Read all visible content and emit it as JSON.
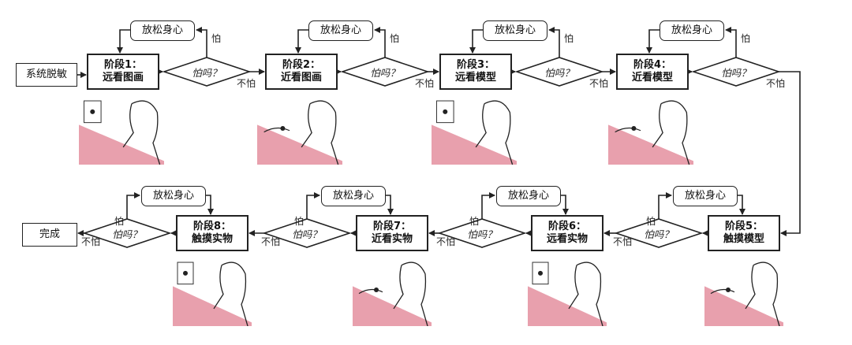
{
  "start": "系统脱敏",
  "end": "完成",
  "relax": "放松身心",
  "question": "怕吗？",
  "afraid": "怕",
  "not_afraid": "不怕",
  "stages": [
    {
      "title": "阶段1：",
      "desc": "远看图画"
    },
    {
      "title": "阶段2：",
      "desc": "近看图画"
    },
    {
      "title": "阶段3：",
      "desc": "远看模型"
    },
    {
      "title": "阶段4：",
      "desc": "近看模型"
    },
    {
      "title": "阶段5：",
      "desc": "触摸模型"
    },
    {
      "title": "阶段6：",
      "desc": "远看实物"
    },
    {
      "title": "阶段7：",
      "desc": "近看实物"
    },
    {
      "title": "阶段8：",
      "desc": "触摸实物"
    }
  ],
  "colors": {
    "panel_pink": "#e8a0ad",
    "line": "#222222"
  }
}
